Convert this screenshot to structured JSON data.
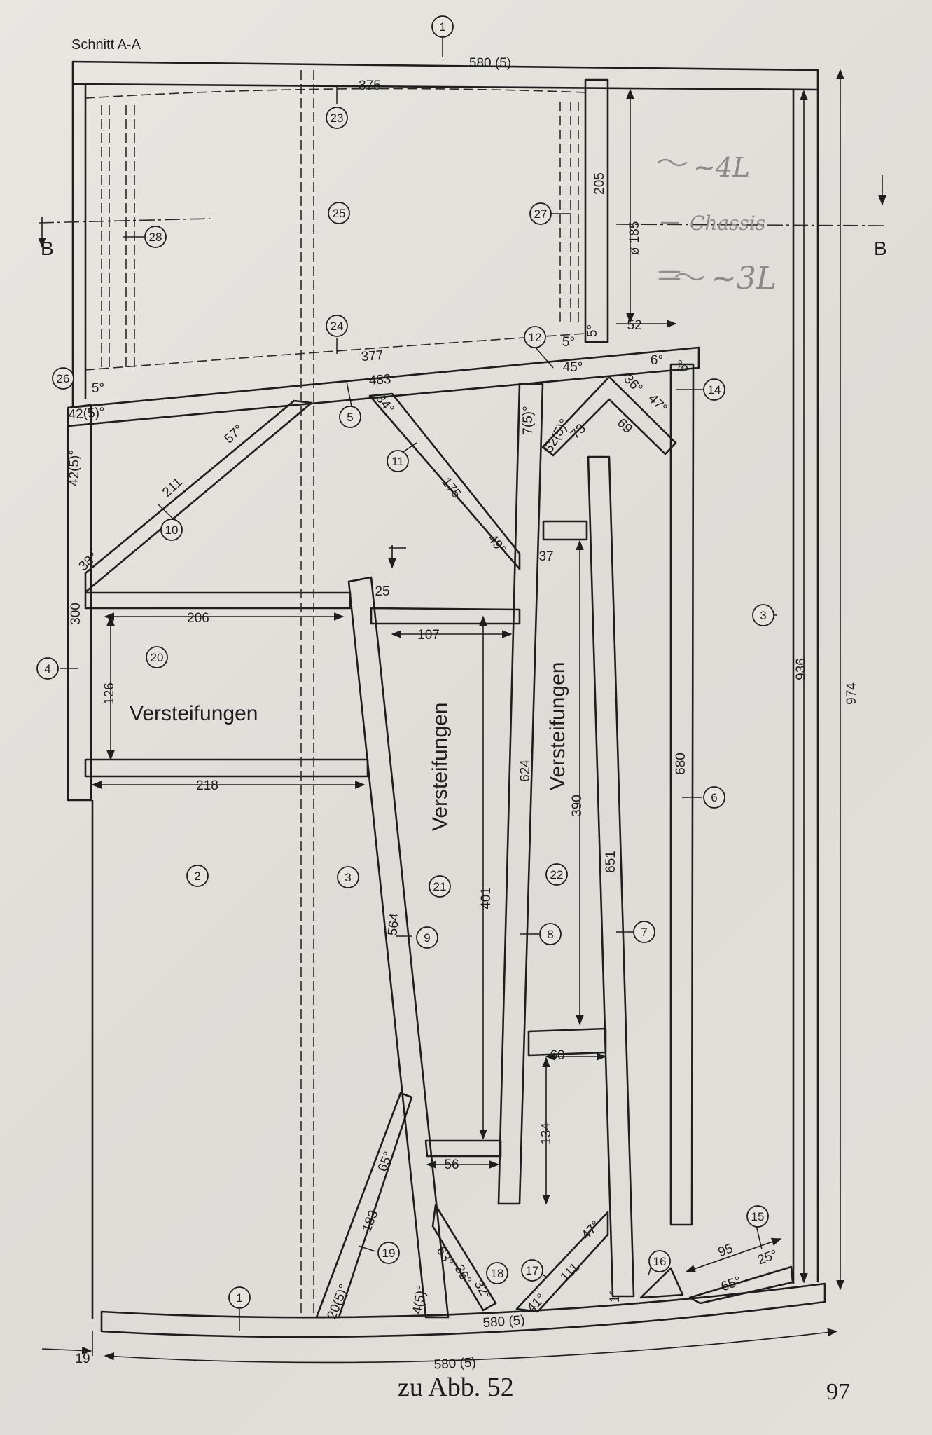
{
  "section_label": "Schnitt A-A",
  "section_marks": [
    "B",
    "B"
  ],
  "handwritten_notes": [
    "~4L",
    "Chassis",
    "~3L"
  ],
  "region_labels": [
    "Versteifungen",
    "Versteifungen",
    "Versteifungen"
  ],
  "dimensions": {
    "top_width": "580 (5)",
    "bottom_inner": "580 (5)",
    "bottom_outer": "580 (5)",
    "top_chamber_upper": "375",
    "top_chamber_lower": "377",
    "baffle_top": "483",
    "height_outer": "974",
    "height_inner": "936",
    "wall_offset": "19",
    "chassis_height": "205",
    "chassis_diameter": "ø 185",
    "step_52": "52",
    "d300": "300",
    "d206": "206",
    "d126": "126",
    "d218": "218",
    "d25": "25",
    "d107": "107",
    "d37": "37",
    "d624": "624",
    "d390": "390",
    "d680": "680",
    "d651": "651",
    "d401": "401",
    "d564": "564",
    "d60": "60",
    "d134": "134",
    "d56": "56",
    "d183": "183",
    "d111": "111",
    "d95": "95",
    "d211": "211",
    "d175": "175",
    "d73": "73",
    "d69": "69"
  },
  "angles": {
    "a5_left": "5°",
    "a5_right": "5°",
    "a5_small": "5°",
    "a6_a": "6°",
    "a6_b": "6°",
    "a45": "45°",
    "a42_top": "42(5)°",
    "a42_side": "42(5)°",
    "a57": "57°",
    "a38": "38°",
    "a34": "34°",
    "a49": "49°",
    "a7_5": "7(5)°",
    "a52_5": "52(5)°",
    "a36": "36°",
    "a47_top": "47°",
    "a65_top": "65°",
    "a20_5": "20(5)°",
    "a4_5": "4(5)°",
    "a63": "63°",
    "a36b": "36°",
    "a32": "32°",
    "a41": "41°",
    "a47_bot": "47°",
    "a1": "1°",
    "a65_bot": "65°",
    "a25": "25°"
  },
  "parts": {
    "p1_top": "1",
    "p1_bot": "1",
    "p2": "2",
    "p3_mid": "3",
    "p3_right": "3",
    "p4": "4",
    "p5": "5",
    "p6": "6",
    "p7": "7",
    "p8": "8",
    "p9": "9",
    "p10": "10",
    "p11": "11",
    "p12": "12",
    "p14": "14",
    "p15": "15",
    "p16": "16",
    "p17": "17",
    "p18": "18",
    "p19": "19",
    "p20": "20",
    "p21": "21",
    "p22": "22",
    "p23": "23",
    "p24": "24",
    "p25": "25",
    "p26": "26",
    "p27": "27",
    "p28": "28"
  },
  "caption": "zu Abb. 52",
  "page_number": "97"
}
